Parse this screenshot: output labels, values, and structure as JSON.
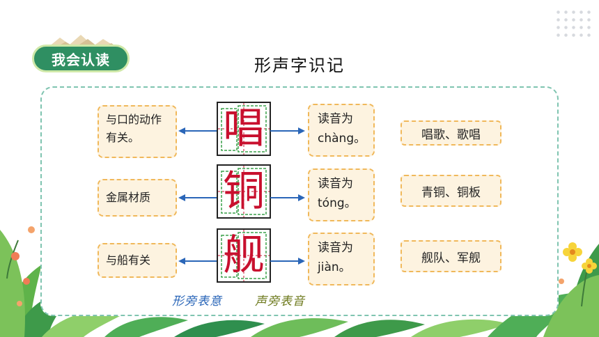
{
  "badge": {
    "label": "我会认读"
  },
  "page": {
    "title": "形声字识记"
  },
  "rows": [
    {
      "character": "唱",
      "meaning": "与口的动作有关。",
      "reading_prefix": "读音为",
      "pinyin": "chàng。",
      "words": "唱歌、歌唱"
    },
    {
      "character": "铜",
      "meaning": "金属材质",
      "reading_prefix": "读音为",
      "pinyin": "tóng。",
      "words": "青铜、铜板"
    },
    {
      "character": "舰",
      "meaning": "与船有关",
      "reading_prefix": "读音为",
      "pinyin": "jiàn。",
      "words": "舰队、军舰"
    }
  ],
  "legend": {
    "form_side": "形旁表意",
    "sound_side": "声旁表音"
  },
  "colors": {
    "badge": "#2f8f62",
    "card_border": "#7fc4b0",
    "box_fill": "#fdf3e0",
    "box_border": "#f0b85a",
    "character": "#c8102e",
    "arrow": "#2a66b8",
    "legend_form": "#2a66b8",
    "legend_sound": "#6e7a1e"
  },
  "icons": [
    "mountain-ornament-icon",
    "dot-grid-icon",
    "flower-icon",
    "leaf-icon",
    "arrow-left-icon",
    "arrow-right-icon"
  ]
}
